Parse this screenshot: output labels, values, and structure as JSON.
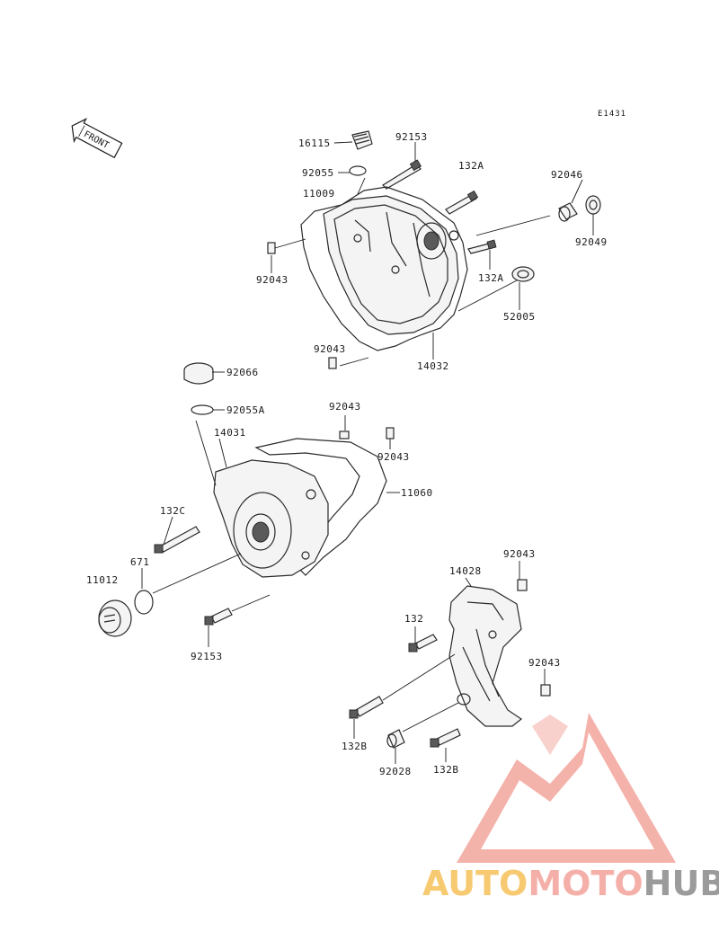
{
  "diagram": {
    "ref_code": "E1431",
    "front_label": "FRONT",
    "labels": {
      "p16115": "16115",
      "p92153_top": "92153",
      "p132A_top": "132A",
      "p92046": "92046",
      "p92055": "92055",
      "p11009": "11009",
      "p92049": "92049",
      "p92043_left": "92043",
      "p132A_mid": "132A",
      "p52005": "52005",
      "p92043_mid": "92043",
      "p14032": "14032",
      "p92066": "92066",
      "p92055A": "92055A",
      "p92043_c1": "92043",
      "p14031": "14031",
      "p92043_c2": "92043",
      "p11060": "11060",
      "p132C": "132C",
      "p671": "671",
      "p11012": "11012",
      "p92153_bot": "92153",
      "p92043_r1": "92043",
      "p14028": "14028",
      "p132": "132",
      "p92043_r2": "92043",
      "p132B_left": "132B",
      "p92028": "92028",
      "p132B_right": "132B"
    }
  },
  "watermark": {
    "word_auto": "AUTO",
    "word_moto": "MOTO",
    "word_hub": "HUB",
    "color_triangle": "#f2a59c",
    "color_auto": "#f6c15a",
    "color_hub": "#8a8a8a"
  }
}
